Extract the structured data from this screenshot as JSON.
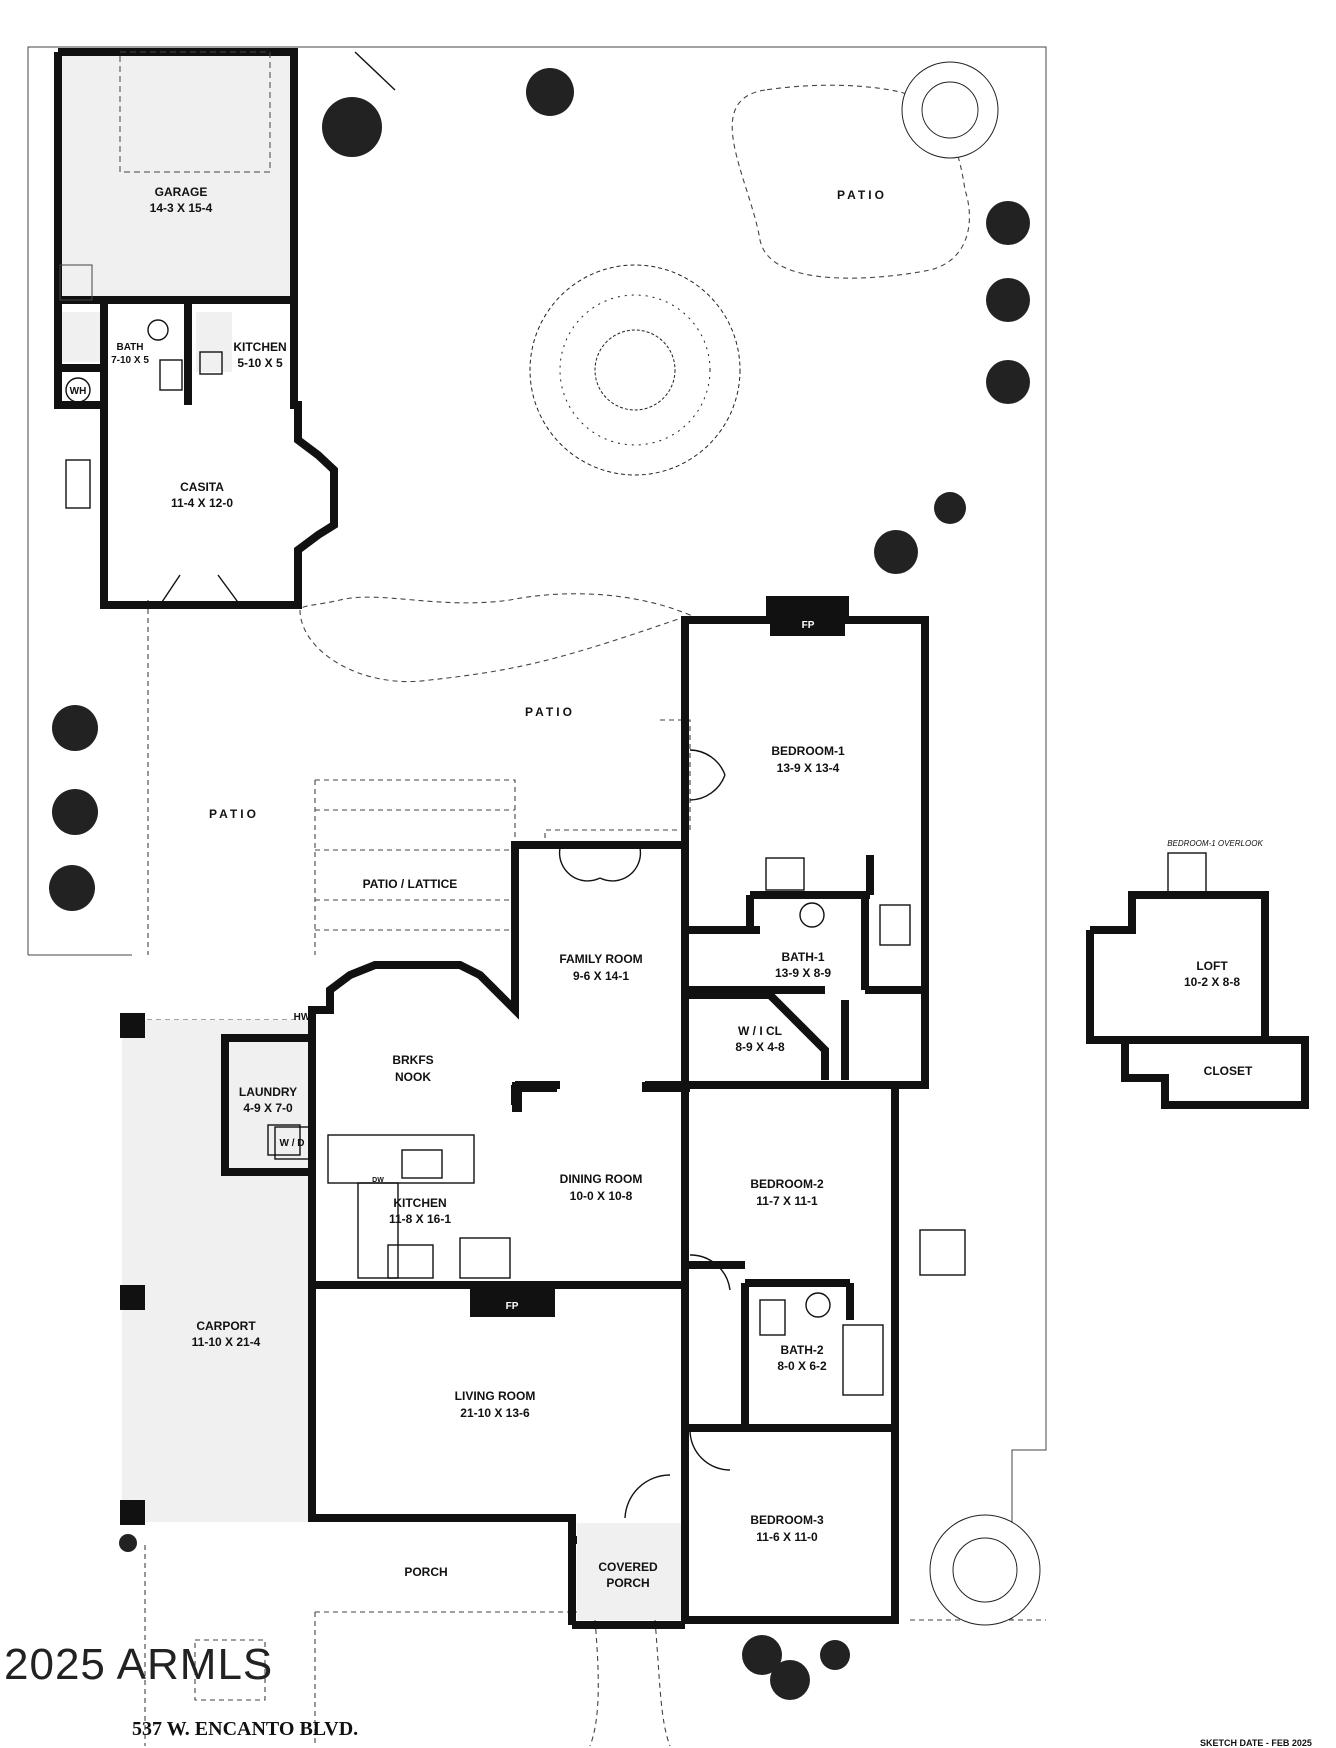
{
  "rooms": {
    "garage": {
      "name": "GARAGE",
      "dims": "14-3 X 15-4"
    },
    "bath_casita": {
      "name": "BATH",
      "dims": "7-10 X 5"
    },
    "kitchen_casita": {
      "name": "KITCHEN",
      "dims": "5-10 X 5"
    },
    "wh": {
      "name": "WH"
    },
    "casita": {
      "name": "CASITA",
      "dims": "11-4 X 12-0"
    },
    "patio_ne": {
      "name": "PATIO"
    },
    "patio_center": {
      "name": "PATIO"
    },
    "patio_west": {
      "name": "PATIO"
    },
    "patio_lattice": {
      "name": "PATIO / LATTICE"
    },
    "bedroom1": {
      "name": "BEDROOM-1",
      "dims": "13-9  X  13-4"
    },
    "fp_bedroom": {
      "name": "FP"
    },
    "family": {
      "name": "FAMILY ROOM",
      "dims": "9-6  X  14-1"
    },
    "bath1": {
      "name": "BATH-1",
      "dims": "13-9 X 8-9"
    },
    "wicl": {
      "name": "W / I  CL",
      "dims": "8-9 X 4-8"
    },
    "brkfs": {
      "name": "BRKFS",
      "name2": "NOOK"
    },
    "laundry": {
      "name": "LAUNDRY",
      "dims": "4-9 X 7-0"
    },
    "wd": {
      "name": "W / D"
    },
    "hw": {
      "name": "HW"
    },
    "kitchen": {
      "name": "KITCHEN",
      "dims": "11-8 X 16-1"
    },
    "dw": {
      "name": "DW"
    },
    "dining": {
      "name": "DINING ROOM",
      "dims": "10-0  X  10-8"
    },
    "bedroom2": {
      "name": "BEDROOM-2",
      "dims": "11-7  X  11-1"
    },
    "carport": {
      "name": "CARPORT",
      "dims": "11-10 X 21-4"
    },
    "fp_living": {
      "name": "FP"
    },
    "bath2": {
      "name": "BATH-2",
      "dims": "8-0 X 6-2"
    },
    "living": {
      "name": "LIVING ROOM",
      "dims": "21-10  X  13-6"
    },
    "bedroom3": {
      "name": "BEDROOM-3",
      "dims": "11-6  X  11-0"
    },
    "porch": {
      "name": "PORCH"
    },
    "covered_porch": {
      "name": "COVERED",
      "name2": "PORCH"
    },
    "loft": {
      "name": "LOFT",
      "dims": "10-2 X 8-8"
    },
    "closet": {
      "name": "CLOSET"
    },
    "overlook": {
      "name": "BEDROOM-1  OVERLOOK"
    }
  },
  "address": "537 W. ENCANTO BLVD.",
  "watermark": "2025 ARMLS",
  "sketch_date": "SKETCH DATE - FEB 2025"
}
